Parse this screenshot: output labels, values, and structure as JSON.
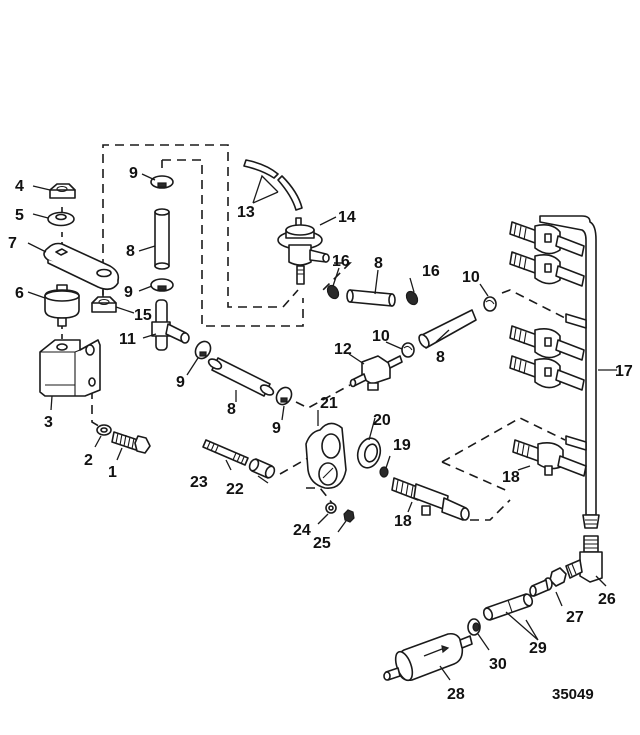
{
  "diagram": {
    "type": "exploded-parts-diagram",
    "subject": "fuel rail / fuel pressure regulator / fuel filter assembly",
    "figure_number": "35049",
    "colors": {
      "line": "#1a1a1a",
      "background": "#ffffff"
    },
    "callouts": {
      "c1": "1",
      "c2": "2",
      "c3": "3",
      "c4": "4",
      "c5": "5",
      "c6": "6",
      "c7": "7",
      "c8a": "8",
      "c8b": "8",
      "c8c": "8",
      "c8d": "8",
      "c9a": "9",
      "c9b": "9",
      "c9c": "9",
      "c9d": "9",
      "c10a": "10",
      "c10b": "10",
      "c11": "11",
      "c12": "12",
      "c13": "13",
      "c14": "14",
      "c15": "15",
      "c16a": "16",
      "c16b": "16",
      "c17": "17",
      "c18a": "18",
      "c18b": "18",
      "c19": "19",
      "c20": "20",
      "c21": "21",
      "c22": "22",
      "c23": "23",
      "c24": "24",
      "c25": "25",
      "c26": "26",
      "c27": "27",
      "c28": "28",
      "c29": "29",
      "c30": "30"
    },
    "parts": [
      {
        "ref": "1",
        "icon": "bolt-icon"
      },
      {
        "ref": "2",
        "icon": "lock-washer-icon"
      },
      {
        "ref": "3",
        "icon": "bracket-block-icon"
      },
      {
        "ref": "4",
        "icon": "hex-nut-icon"
      },
      {
        "ref": "5",
        "icon": "washer-icon"
      },
      {
        "ref": "6",
        "icon": "isolator-mount-icon"
      },
      {
        "ref": "7",
        "icon": "strap-plate-icon"
      },
      {
        "ref": "8",
        "icon": "hose-icon"
      },
      {
        "ref": "9",
        "icon": "hose-clamp-icon"
      },
      {
        "ref": "10",
        "icon": "hose-clamp-icon"
      },
      {
        "ref": "11",
        "icon": "tee-fitting-icon"
      },
      {
        "ref": "12",
        "icon": "tee-fitting-icon"
      },
      {
        "ref": "13",
        "icon": "vacuum-hose-icon"
      },
      {
        "ref": "14",
        "icon": "pressure-regulator-icon"
      },
      {
        "ref": "15",
        "icon": "lock-nut-icon"
      },
      {
        "ref": "16",
        "icon": "hose-clamp-icon"
      },
      {
        "ref": "17",
        "icon": "fuel-rail-icon"
      },
      {
        "ref": "18",
        "icon": "fuel-injector-icon"
      },
      {
        "ref": "19",
        "icon": "o-ring-icon"
      },
      {
        "ref": "20",
        "icon": "seal-icon"
      },
      {
        "ref": "21",
        "icon": "injector-retainer-icon"
      },
      {
        "ref": "22",
        "icon": "spacer-sleeve-icon"
      },
      {
        "ref": "23",
        "icon": "stud-icon"
      },
      {
        "ref": "24",
        "icon": "washer-icon"
      },
      {
        "ref": "25",
        "icon": "nut-icon"
      },
      {
        "ref": "26",
        "icon": "elbow-fitting-icon"
      },
      {
        "ref": "27",
        "icon": "connector-fitting-icon"
      },
      {
        "ref": "28",
        "icon": "fuel-filter-icon"
      },
      {
        "ref": "29",
        "icon": "fuel-hose-icon"
      },
      {
        "ref": "30",
        "icon": "hose-clamp-icon"
      }
    ]
  }
}
